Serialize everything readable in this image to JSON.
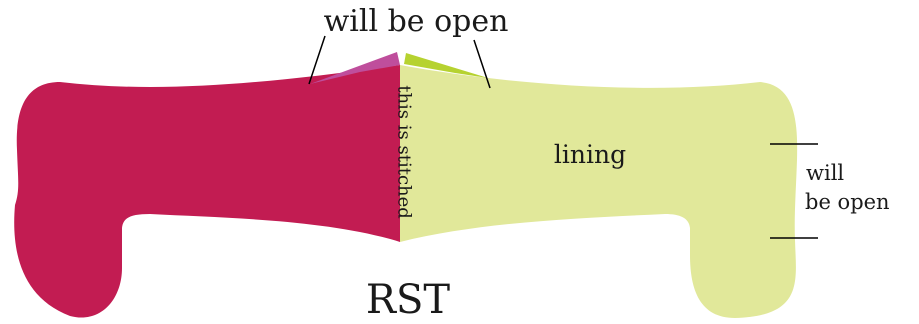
{
  "labels": {
    "top_open": "will be open",
    "seam": "this is stitched",
    "lining": "lining",
    "side_open_line1": "will",
    "side_open_line2": "be open",
    "bottom": "RST"
  },
  "colors": {
    "outer_fabric": "#c21c52",
    "lining_fabric": "#e1e89a",
    "outer_flap": "#bf4e9c",
    "lining_flap": "#b6d230",
    "leader_line": "#000000",
    "text": "#1a1a1a"
  }
}
